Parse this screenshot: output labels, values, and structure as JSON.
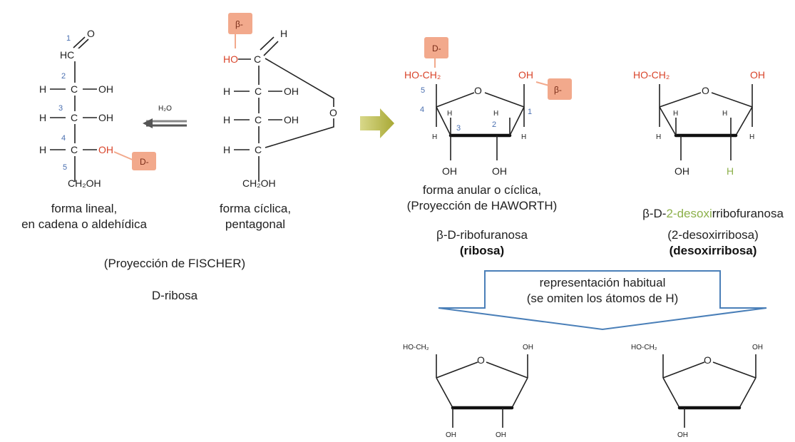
{
  "fischer_linear": {
    "carbon_numbers": [
      "1",
      "2",
      "3",
      "4",
      "5"
    ],
    "c1_group": "HC",
    "c1_oxygen": "O",
    "h": "H",
    "c": "C",
    "oh": "OH",
    "ch2oh": "CH₂OH",
    "tag": "D-"
  },
  "reaction": {
    "water": "H₂O"
  },
  "fischer_cyclic": {
    "tag": "β-",
    "ho": "HO",
    "h": "H",
    "c": "C",
    "oh": "OH",
    "o": "O",
    "ch2oh": "CH₂OH"
  },
  "captions": {
    "linear": [
      "forma lineal,",
      "en cadena o aldehídica"
    ],
    "cyclic": [
      "forma cíclica,",
      "pentagonal"
    ],
    "fischer": "(Proyección de FISCHER)",
    "d_ribose": "D-ribosa"
  },
  "haworth_ribose": {
    "tag_d": "D-",
    "tag_beta": "β-",
    "ho_ch2": "HO-CH₂",
    "o": "O",
    "oh": "OH",
    "h": "H",
    "carbon_numbers": [
      "5",
      "4",
      "3",
      "2",
      "1"
    ],
    "caption": [
      "forma anular o cíclica,",
      "(Proyección de HAWORTH)"
    ],
    "name": "β-D-ribofuranosa",
    "short": "(ribosa)"
  },
  "haworth_deoxy": {
    "ho_ch2": "HO-CH₂",
    "o": "O",
    "oh": "OH",
    "h": "H",
    "name_prefix": "β-D-",
    "name_green": "2-desoxi",
    "name_suffix": "rribofuranosa",
    "alt": "(2-desoxirribosa)",
    "short": "(desoxirribosa)"
  },
  "habitual": {
    "line1": "representación habitual",
    "line2": "(se omiten los átomos de H)",
    "ho_ch2": "HO-CH₂",
    "o": "O",
    "oh": "OH"
  },
  "colors": {
    "red": "#d9452b",
    "tag": "#f2a98c",
    "number": "#4a6fb0",
    "green": "#8cb04a",
    "arrow": "#b8b83a",
    "callout": "#4a7fb8"
  }
}
